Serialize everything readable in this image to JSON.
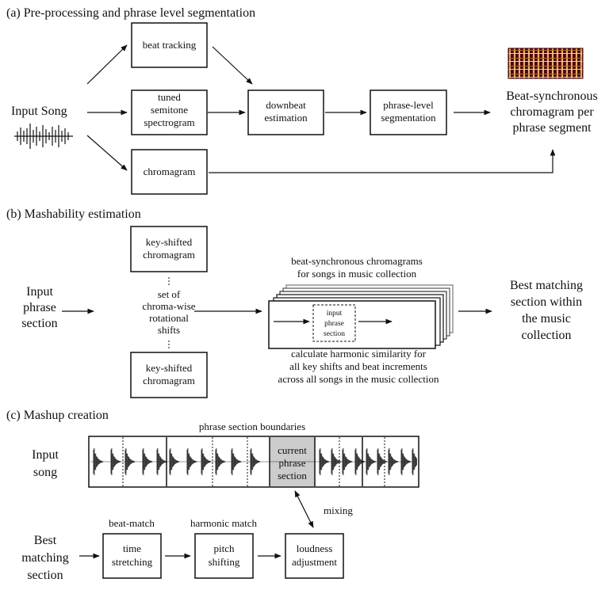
{
  "sections": {
    "a": "(a) Pre-processing and phrase level segmentation",
    "b": "(b) Mashability estimation",
    "c": "(c) Mashup creation"
  },
  "part_a": {
    "input_song": "Input Song",
    "beat_tracking": "beat tracking",
    "tuned_spectrogram": [
      "tuned",
      "semitone",
      "spectrogram"
    ],
    "chromagram": "chromagram",
    "downbeat": [
      "downbeat",
      "estimation"
    ],
    "phrase_seg": [
      "phrase-level",
      "segmentation"
    ],
    "output": [
      "Beat-synchronous",
      "chromagram per",
      "phrase segment"
    ]
  },
  "part_b": {
    "input_phrase": [
      "Input",
      "phrase",
      "section"
    ],
    "key_shifted_top": [
      "key-shifted",
      "chromagram"
    ],
    "key_shifted_bottom": [
      "key-shifted",
      "chromagram"
    ],
    "rotational_shifts": [
      "set of",
      "chroma-wise",
      "rotational",
      "shifts"
    ],
    "collection_top": [
      "beat-synchronous chromagrams",
      "for songs in music collection"
    ],
    "inner_section": [
      "input",
      "phrase",
      "section"
    ],
    "collection_bottom": [
      "calculate harmonic similarity for",
      "all key shifts and beat increments",
      "across all songs in the music collection"
    ],
    "best_match": [
      "Best matching",
      "section within",
      "the music",
      "collection"
    ]
  },
  "part_c": {
    "boundaries_label": "phrase section boundaries",
    "input_song": [
      "Input",
      "song"
    ],
    "current_section": [
      "current",
      "phrase",
      "section"
    ],
    "mixing": "mixing",
    "beat_match": "beat-match",
    "harmonic_match": "harmonic match",
    "best_matching": [
      "Best",
      "matching",
      "section"
    ],
    "time_stretching": [
      "time",
      "stretching"
    ],
    "pitch_shifting": [
      "pitch",
      "shifting"
    ],
    "loudness": [
      "loudness",
      "adjustment"
    ]
  },
  "colors": {
    "stroke": "#111111",
    "highlight": "#cccccc"
  }
}
